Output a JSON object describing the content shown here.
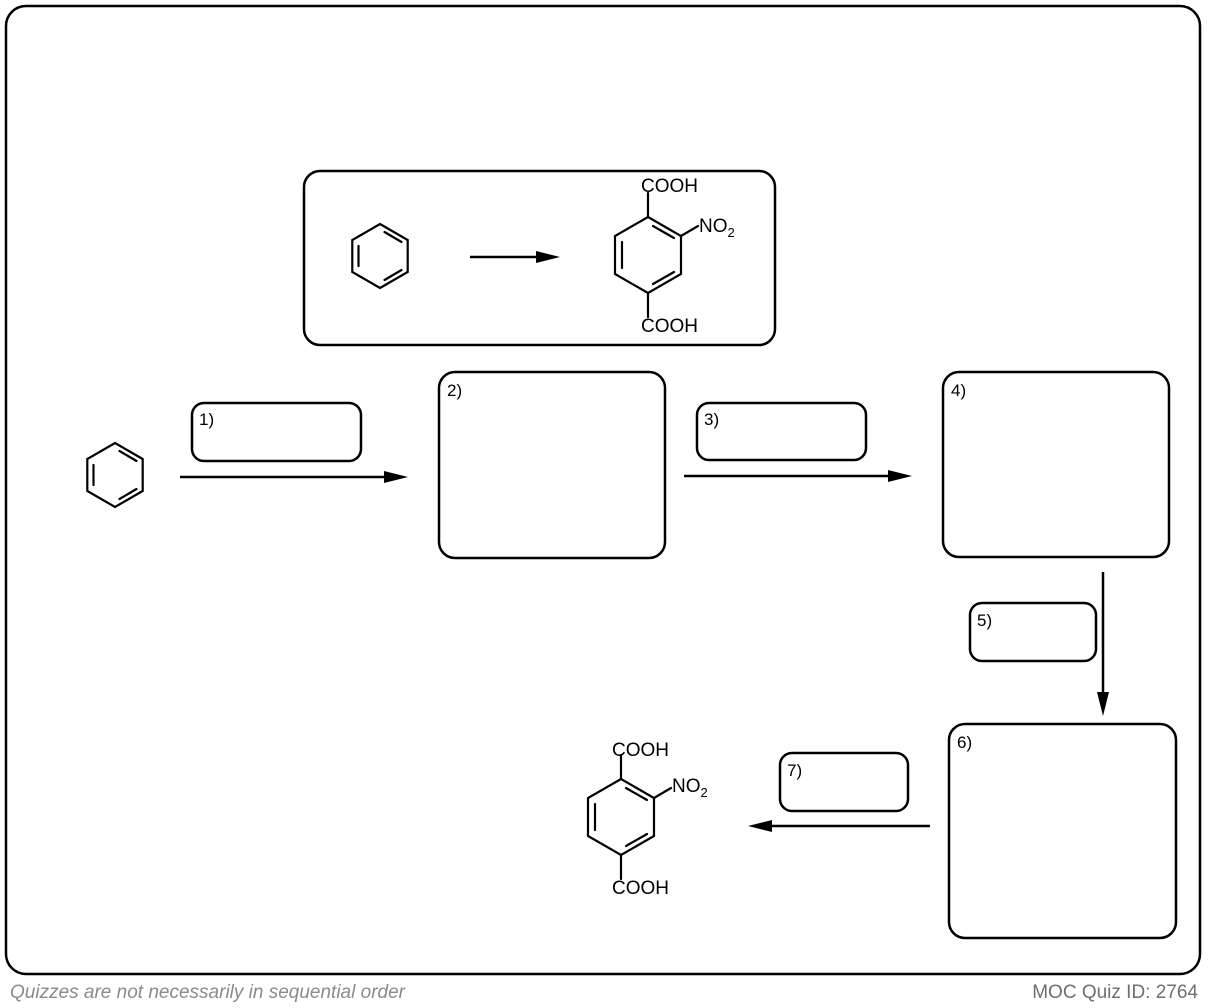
{
  "target": {
    "top_substituent": "COOH",
    "bottom_substituent": "COOH",
    "nitro_main": "NO",
    "nitro_subscript": "2"
  },
  "steps": {
    "s1": "1)",
    "s2": "2)",
    "s3": "3)",
    "s4": "4)",
    "s5": "5)",
    "s6": "6)",
    "s7": "7)"
  },
  "footer": {
    "left": "Quizzes are not necessarily in sequential order",
    "right": "MOC Quiz ID: 2764"
  }
}
